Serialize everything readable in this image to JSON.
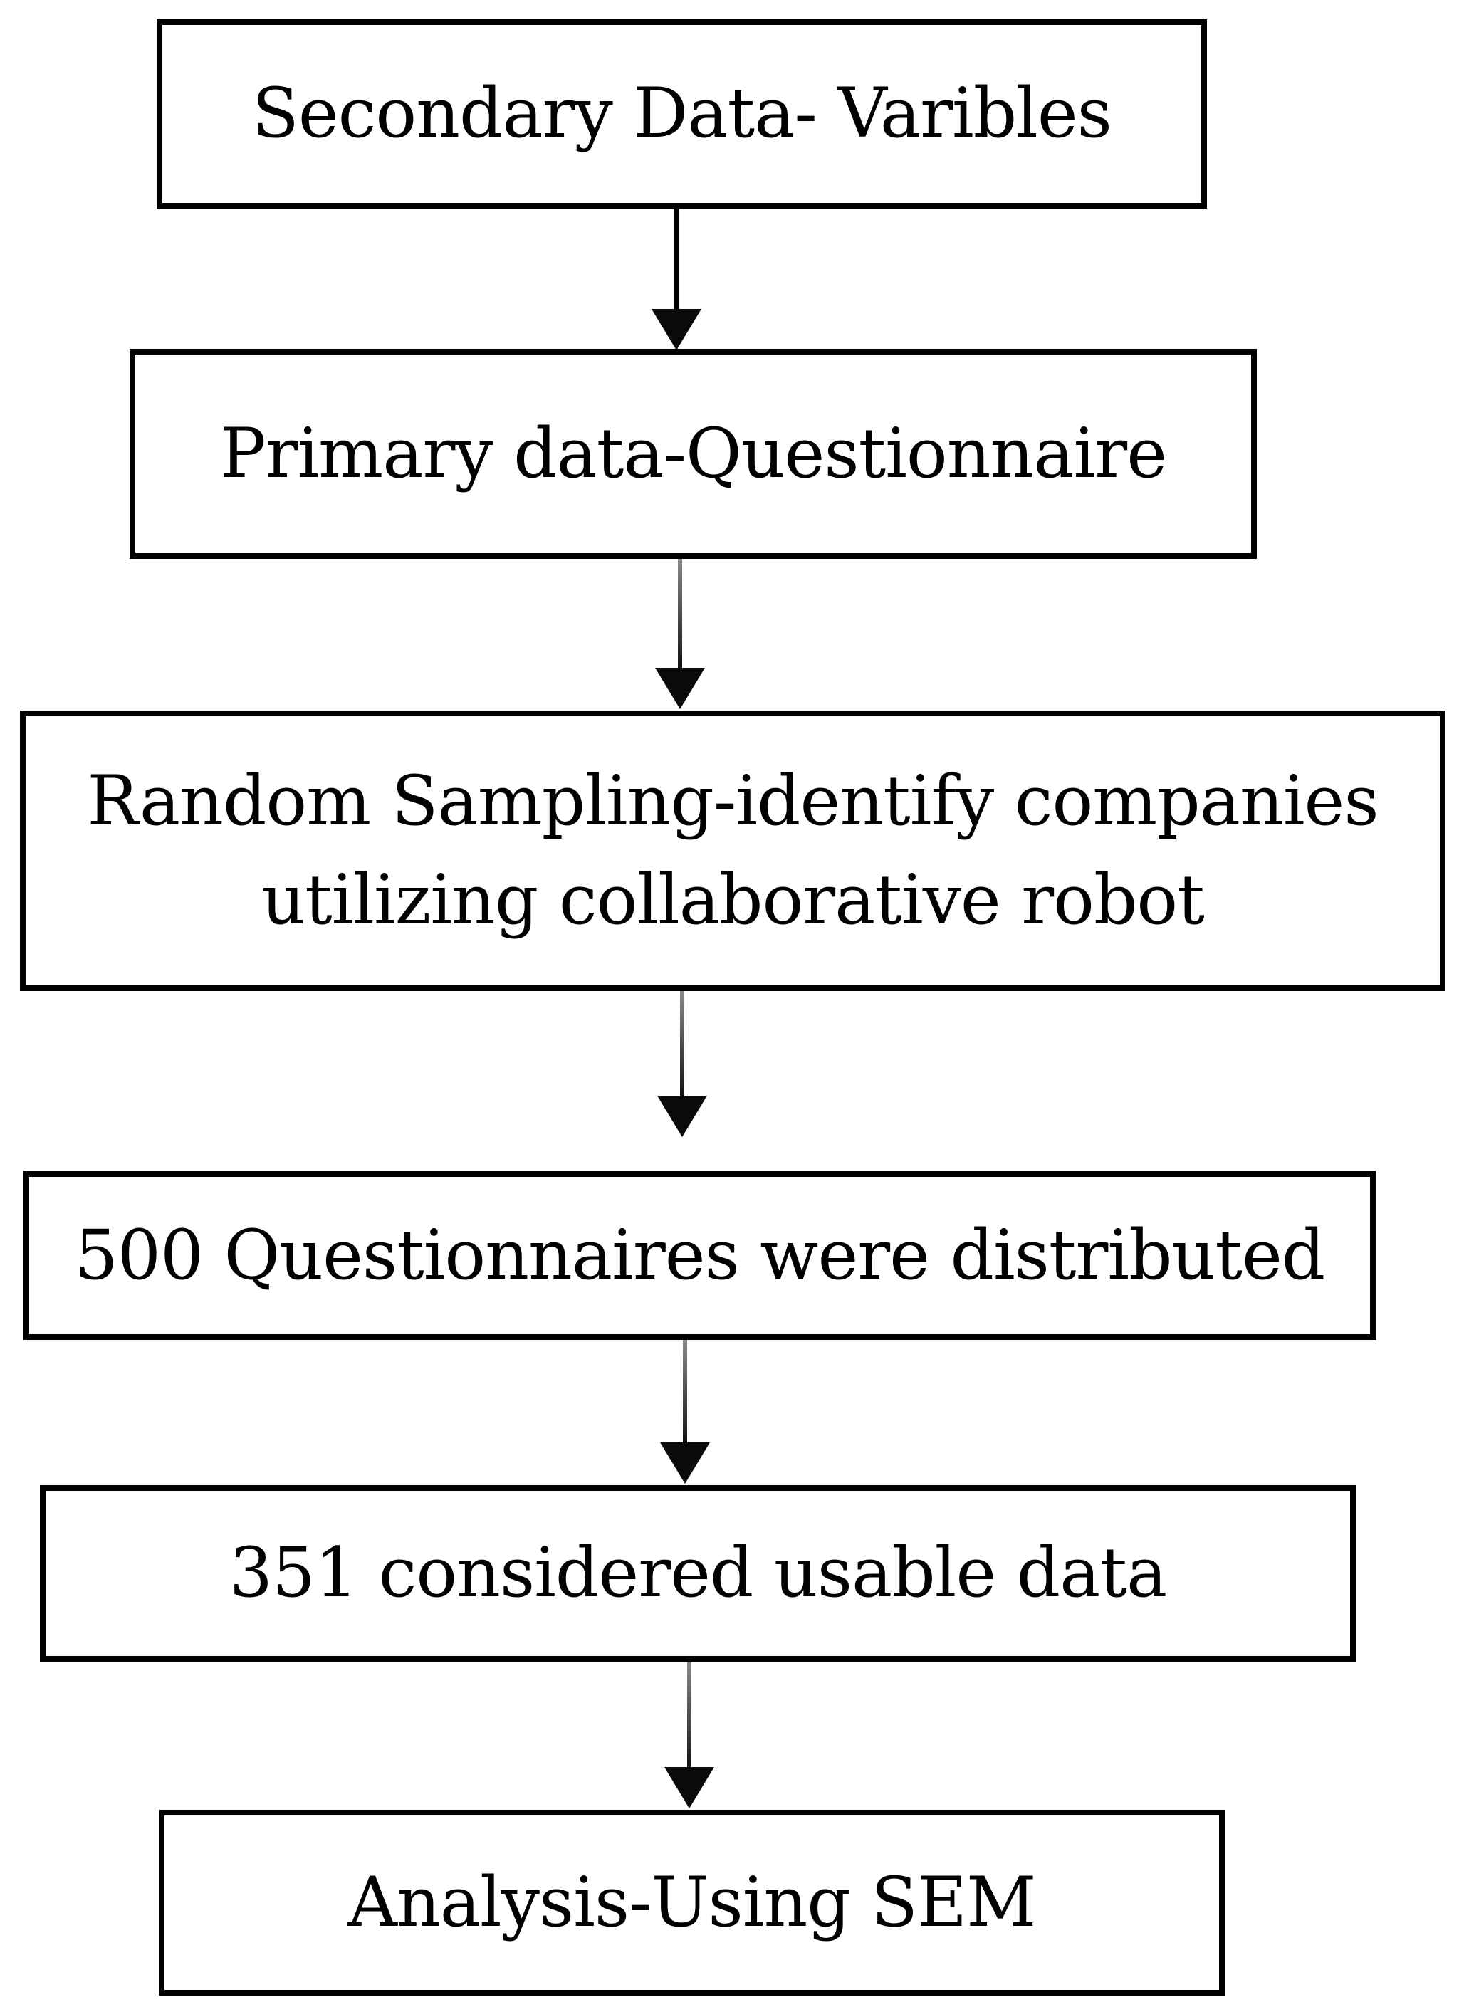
{
  "page": {
    "background": "#ffffff"
  },
  "diagram": {
    "type": "flowchart",
    "direction": "top-down",
    "nodes": [
      {
        "id": "secondary-data",
        "line1": "Secondary Data- Varibles"
      },
      {
        "id": "primary-data",
        "line1": "Primary data-Questionnaire"
      },
      {
        "id": "random-sampling",
        "line1": "Random Sampling-identify companies",
        "line2": "utilizing collaborative robot"
      },
      {
        "id": "questionnaires-distributed",
        "line1": "500 Questionnaires were distributed"
      },
      {
        "id": "usable-data",
        "line1": "351 considered usable data"
      },
      {
        "id": "analysis",
        "line1": "Analysis-Using SEM"
      }
    ],
    "edges": [
      {
        "from": "secondary-data",
        "to": "primary-data"
      },
      {
        "from": "primary-data",
        "to": "random-sampling"
      },
      {
        "from": "random-sampling",
        "to": "questionnaires-distributed"
      },
      {
        "from": "questionnaires-distributed",
        "to": "usable-data"
      },
      {
        "from": "usable-data",
        "to": "analysis"
      }
    ],
    "colors": {
      "box_border": "#000000",
      "box_fill": "#ffffff",
      "text": "#000000",
      "arrow": "#0a0a0a"
    }
  }
}
